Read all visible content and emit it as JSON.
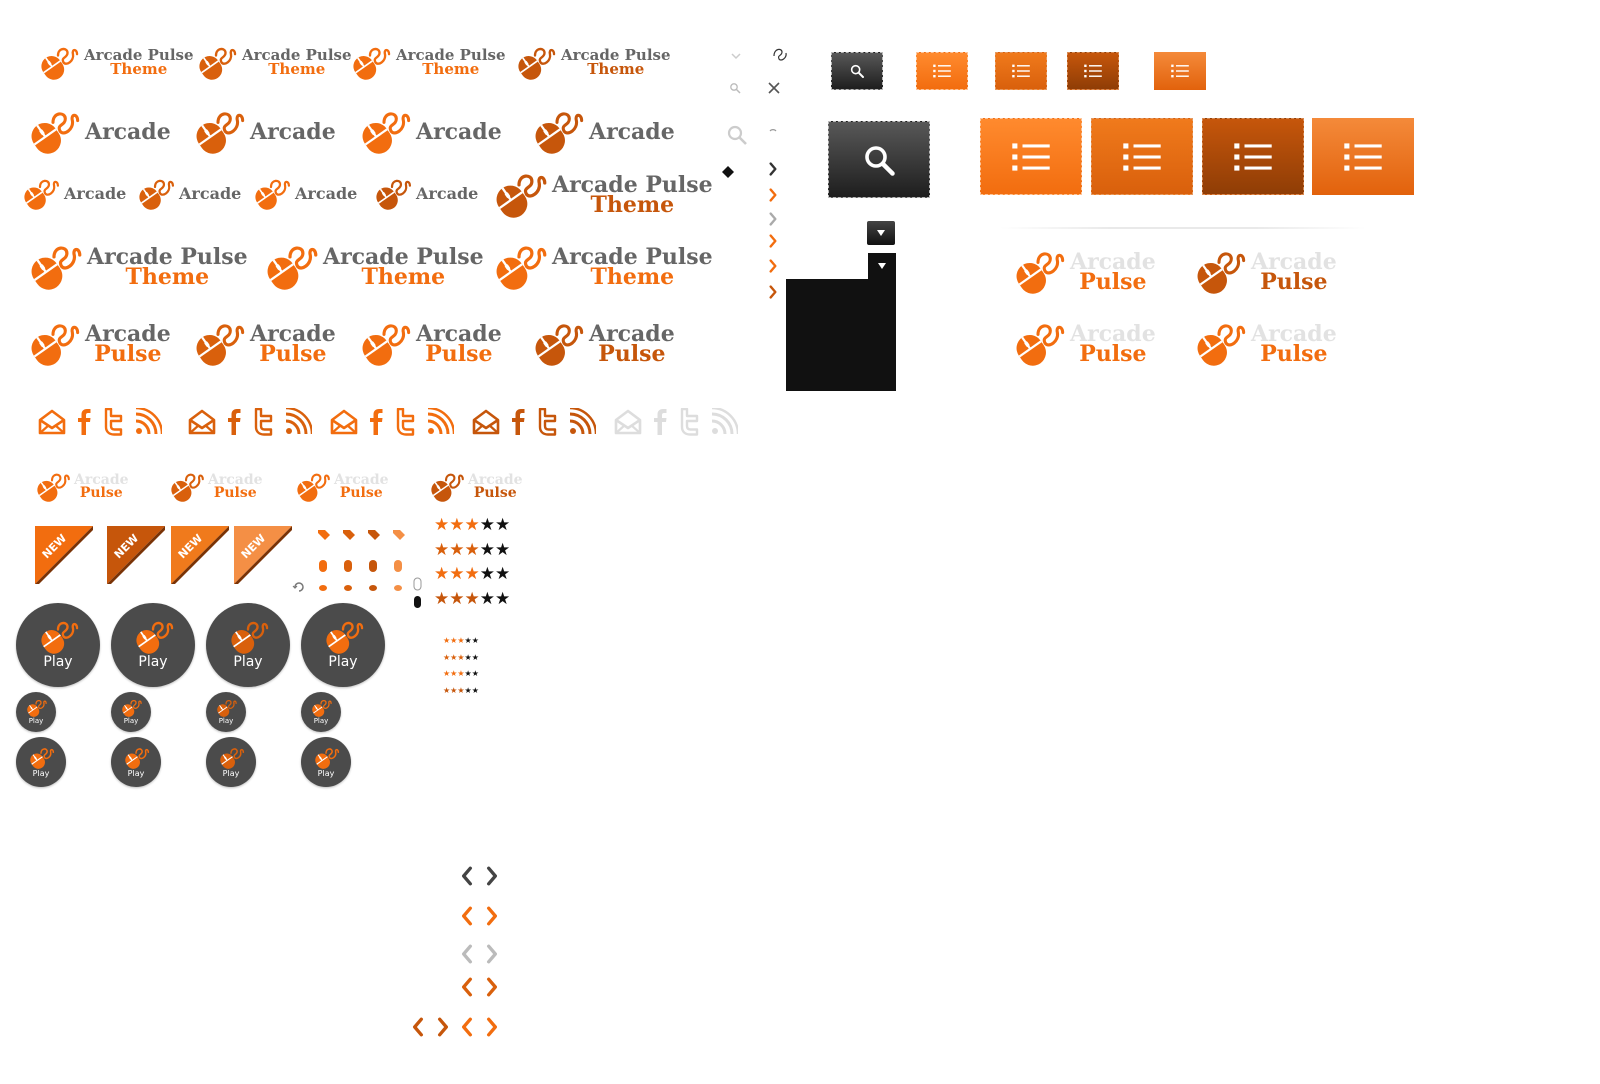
{
  "brand": {
    "name_line1": "Arcade Pulse",
    "name_short": "Arcade",
    "name_pulse": "Pulse",
    "name_theme": "Theme",
    "accent": "#f26d0f",
    "accent_dark": "#c6560b",
    "grey_text": "#666666"
  },
  "badges": {
    "new_label": "NEW"
  },
  "play": {
    "label": "Play"
  },
  "ratings": {
    "filled": 3,
    "total": 5
  },
  "icons": {
    "social": [
      "mail-icon",
      "facebook-icon",
      "twitter-icon",
      "rss-icon"
    ],
    "search": "search-icon",
    "list": "list-icon",
    "close": "close-icon",
    "arrows": [
      "chevron-left-icon",
      "chevron-right-icon"
    ],
    "dropdown": "dropdown-arrow-icon"
  }
}
